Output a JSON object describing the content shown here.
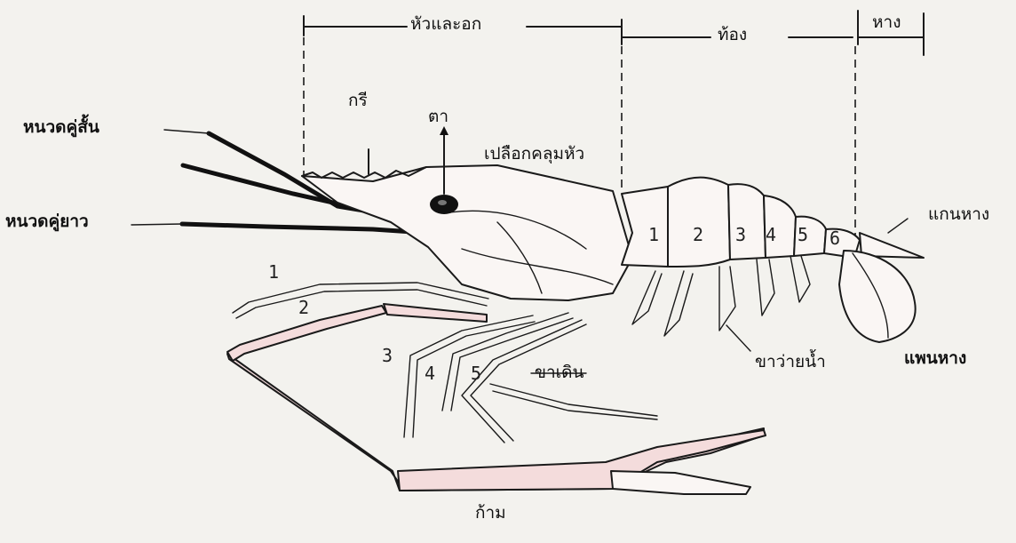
{
  "labels": {
    "head_thorax": "หัวและอก",
    "abdomen": "ท้อง",
    "tail": "หาง",
    "rostrum": "กรี",
    "eye": "ตา",
    "carapace": "เปลือกคลุมหัว",
    "short_antennae": "หนวดคู่สั้น",
    "long_antennae": "หนวดคู่ยาว",
    "telson": "แกนหาง",
    "uropod": "แพนหาง",
    "swimmerets": "ขาว่ายน้ำ",
    "walking_legs": "ขาเดิน",
    "claw": "ก้าม"
  },
  "leg_numbers": [
    "1",
    "2",
    "3",
    "4",
    "5"
  ],
  "segment_numbers": [
    "1",
    "2",
    "3",
    "4",
    "5",
    "6"
  ],
  "colors": {
    "ink": "#1a1a1a",
    "paper": "#f3f2ee",
    "shading": "#f4dcdc"
  }
}
